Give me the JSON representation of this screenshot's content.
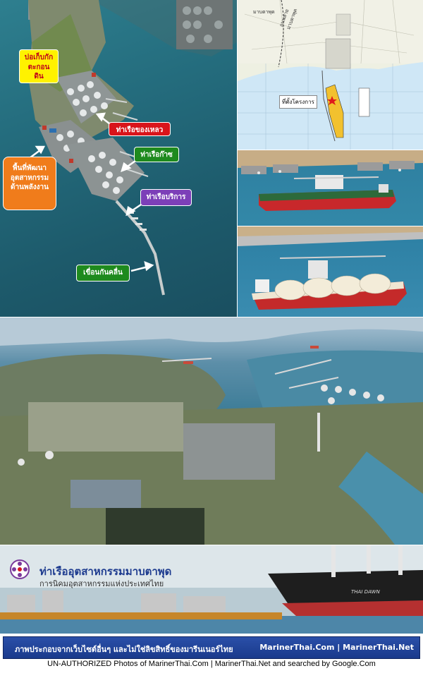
{
  "plan": {
    "label_reclaim": "บ่อเก็บกัก\nตะกอนดิน",
    "label_liquid_pier": "ท่าเรือของเหลว",
    "label_gas_pier": "ท่าเรือก๊าซ",
    "label_service_pier": "ท่าเรือบริการ",
    "label_breakwater": "เขื่อนกันคลื่น",
    "label_industrial": "พื้นที่พัฒนา\nอุตสาหกรรม\nด้านพลังงาน"
  },
  "map": {
    "label_project": "ที่ตั้งโครงการ",
    "label_town": "มาบตาพุด",
    "label_road": "ถนนสาย\nมาบตาพุด"
  },
  "banner": {
    "port_title": "ท่าเรืออุตสาหกรรมมาบตาพุด",
    "port_subtitle": "การนิคมอุตสาหกรรมแห่งประเทศไทย",
    "ship_name": "THAI DAWN"
  },
  "footer": {
    "notice": "ภาพประกอบจากเว็บไซต์อื่นๆ และไม่ใช่ลิขสิทธิ์ของมารีนเนอร์ไทย",
    "sites": "MarinerThai.Com | MarinerThai.Net",
    "credit": "UN-AUTHORIZED Photos of MarinerThai.Com | MarinerThai.Net and searched by Google.Com"
  },
  "colors": {
    "footer_bar": "#1a3a8c",
    "title_blue": "#1d3b8f",
    "label_red": "#d9141b",
    "label_green": "#1e8a1e",
    "label_purple": "#7c3fb8",
    "label_orange": "#f07c1b",
    "label_yellow": "#fff200"
  }
}
